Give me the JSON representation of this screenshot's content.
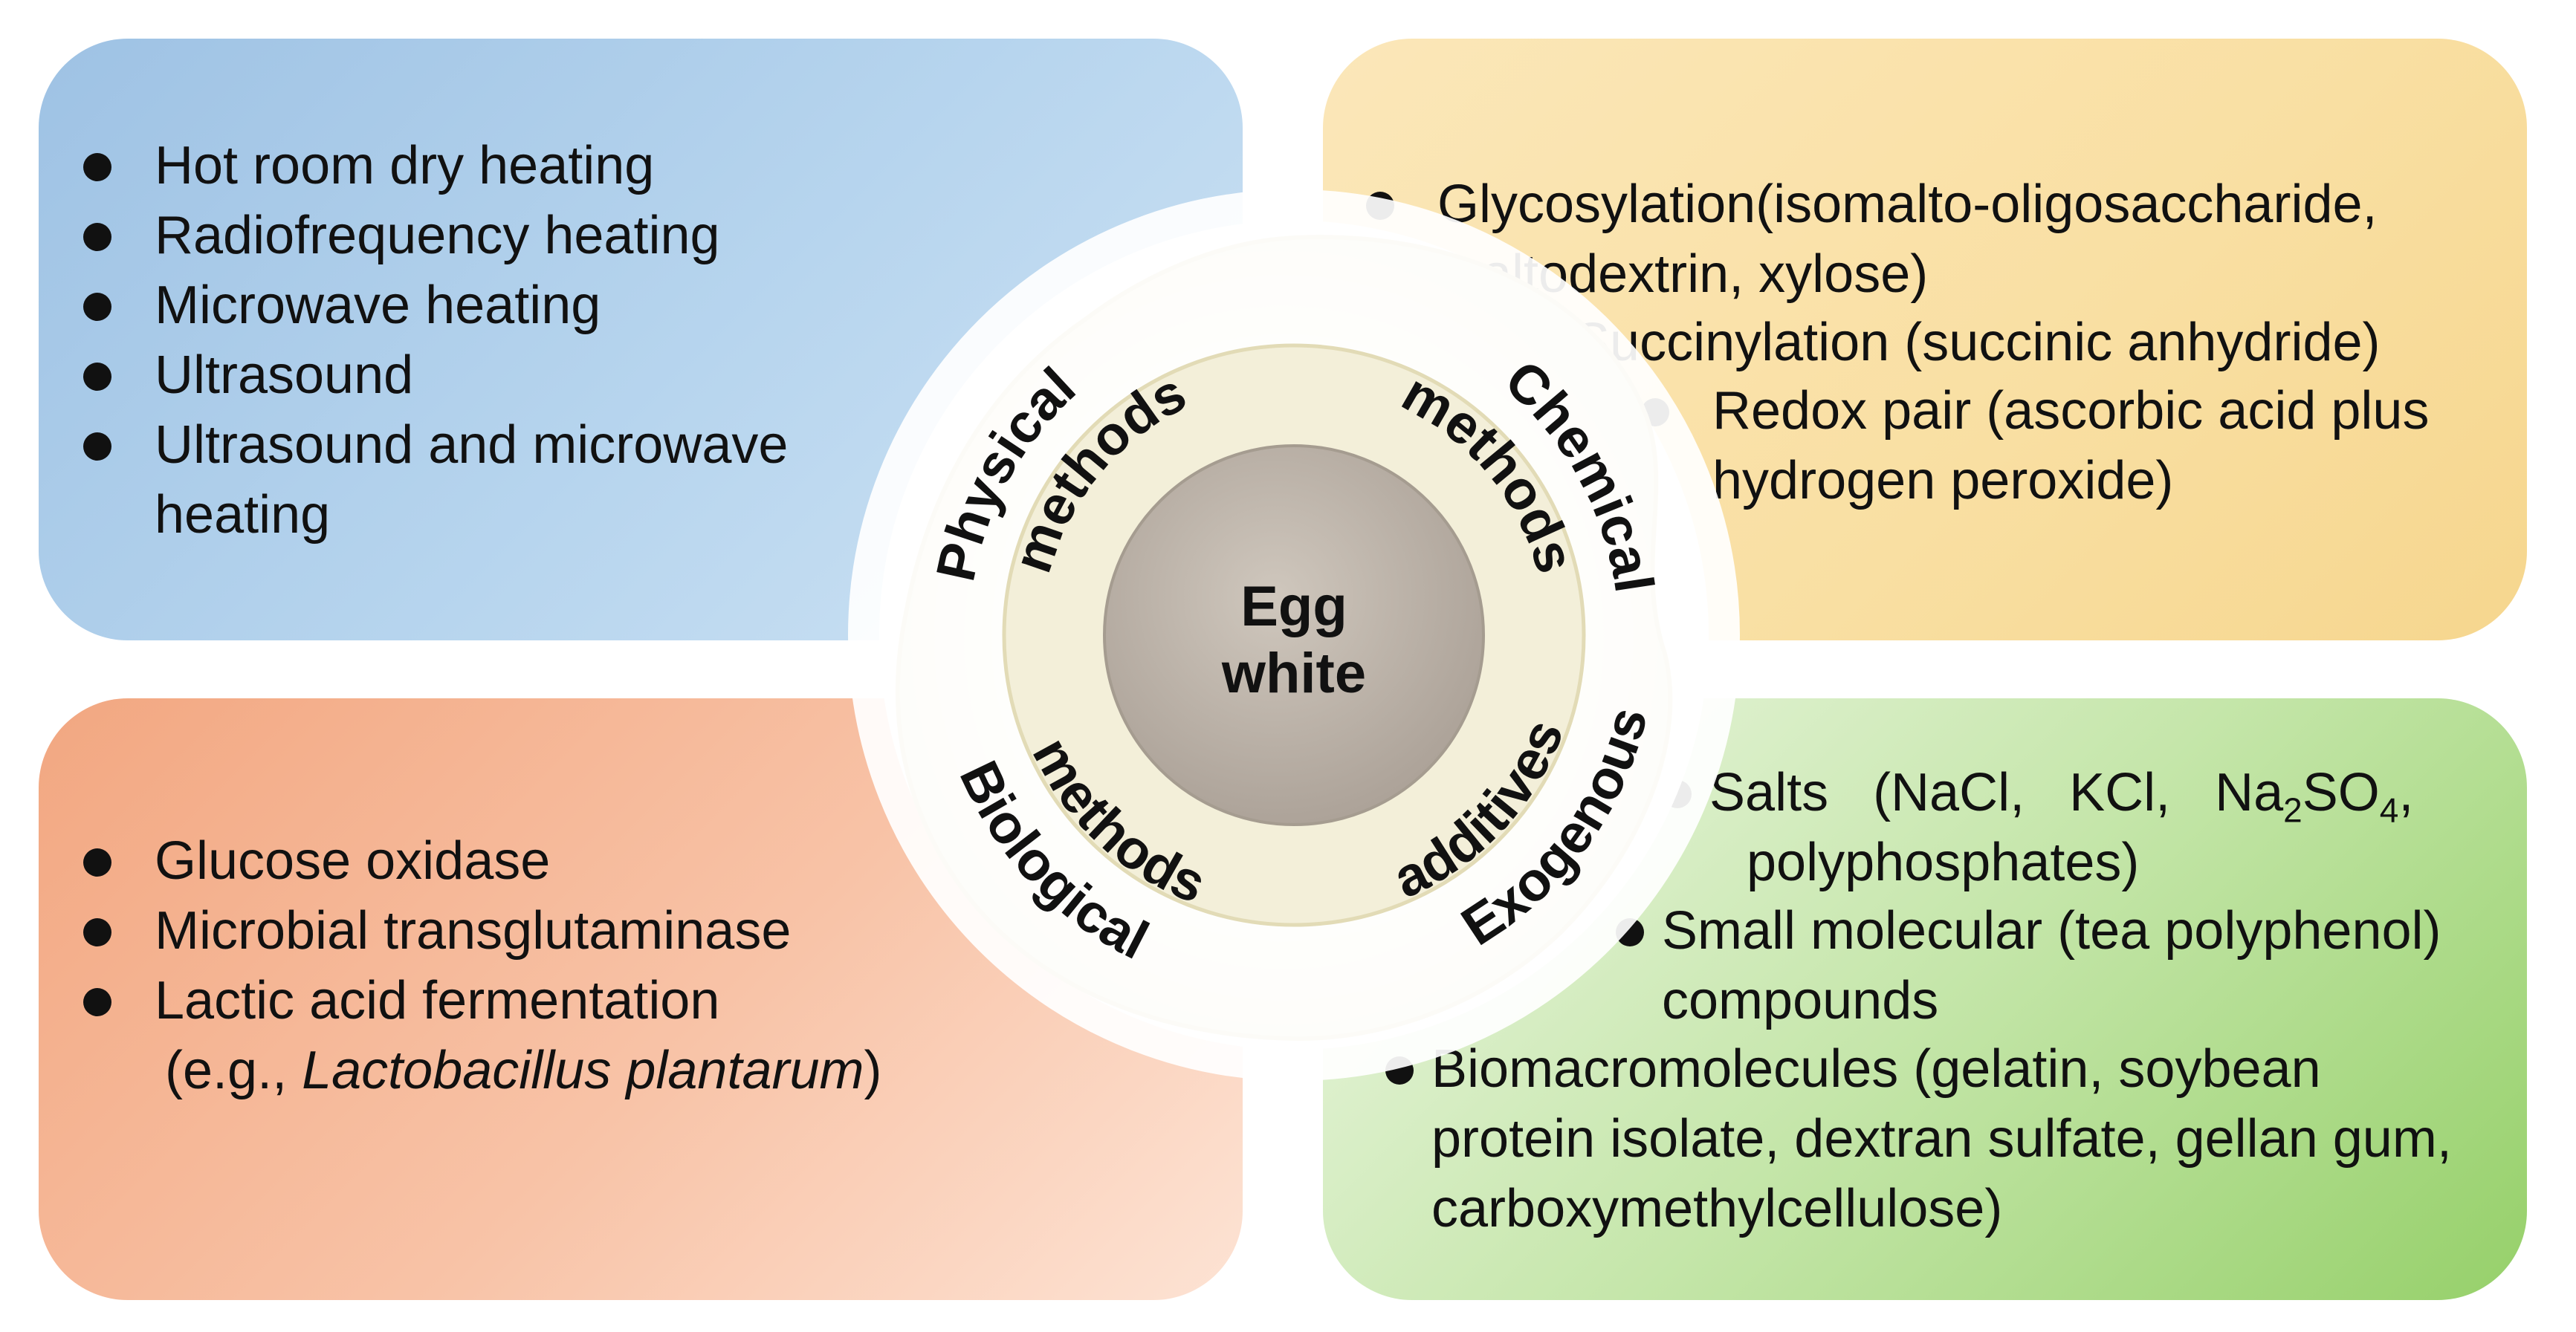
{
  "center": {
    "line1": "Egg",
    "line2": "white"
  },
  "ring_labels": {
    "physical": [
      "Physical",
      "methods"
    ],
    "chemical": [
      "Chemical",
      "methods"
    ],
    "biological": [
      "Biological",
      "methods"
    ],
    "exogenous": [
      "Exogenous",
      "additives"
    ]
  },
  "physical_items": [
    "Hot room dry heating",
    "Radiofrequency heating",
    "Microwave heating",
    "Ultrasound",
    "Ultrasound and microwave",
    "heating"
  ],
  "chemical_items": [
    "Glycosylation(isomalto-oligosaccharide,",
    "maltodextrin, xylose)",
    "Succinylation (succinic anhydride)",
    "Redox pair (ascorbic acid plus",
    "hydrogen peroxide)"
  ],
  "biological_items": [
    "Glucose oxidase",
    "Microbial transglutaminase",
    "Lactic acid fermentation",
    "(e.g., ",
    "Lactobacillus plantarum",
    ")"
  ],
  "exogenous_items": {
    "salts_a": "Salts (NaCl, KCl, Na",
    "salts_sub1": "2",
    "salts_b": "SO",
    "salts_sub2": "4",
    "salts_c": ",",
    "salts_line2": "polyphosphates)",
    "small_line1": "Small molecular (tea polyphenol)",
    "small_line2": "compounds",
    "bio_line1": "Biomacromolecules (gelatin, soybean",
    "bio_line2": "protein isolate, dextran sulfate, gellan gum,",
    "bio_line3": "carboxymethylcellulose)"
  },
  "colors": {
    "physical_panel": "#b7d5ee",
    "chemical_panel": "#f9dfa2",
    "biological_panel": "#f8c3a7",
    "exogenous_panel": "#c5e6aa",
    "egg_white_ring": "#f4f0d8",
    "yolk": "#bfb6ac"
  }
}
